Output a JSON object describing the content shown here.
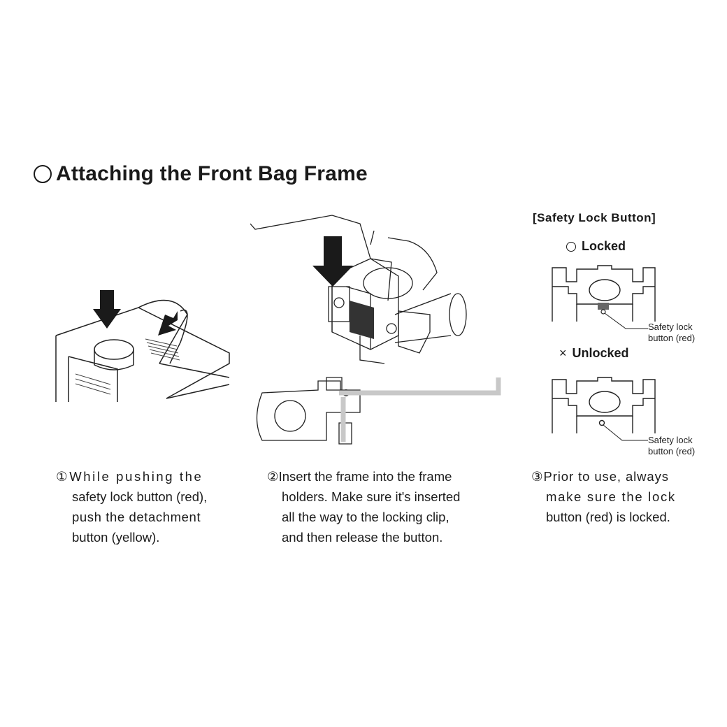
{
  "title": "Attaching the Front Bag Frame",
  "safety_lock": {
    "heading": "[Safety Lock Button]",
    "locked_label": "Locked",
    "unlocked_mark": "×",
    "unlocked_label": "Unlocked",
    "callout_line1": "Safety lock",
    "callout_line2": "button (red)"
  },
  "steps": [
    {
      "number": "①",
      "lines": [
        "While pushing the",
        "safety lock button (red),",
        "push the detachment",
        "button (yellow)."
      ]
    },
    {
      "number": "②",
      "lines": [
        "Insert the frame into the frame",
        "holders. Make sure it's inserted",
        "all the way to the locking clip,",
        "and then release the button."
      ]
    },
    {
      "number": "③",
      "lines": [
        "Prior to use, always",
        "make sure the lock",
        "button (red) is locked."
      ]
    }
  ]
}
